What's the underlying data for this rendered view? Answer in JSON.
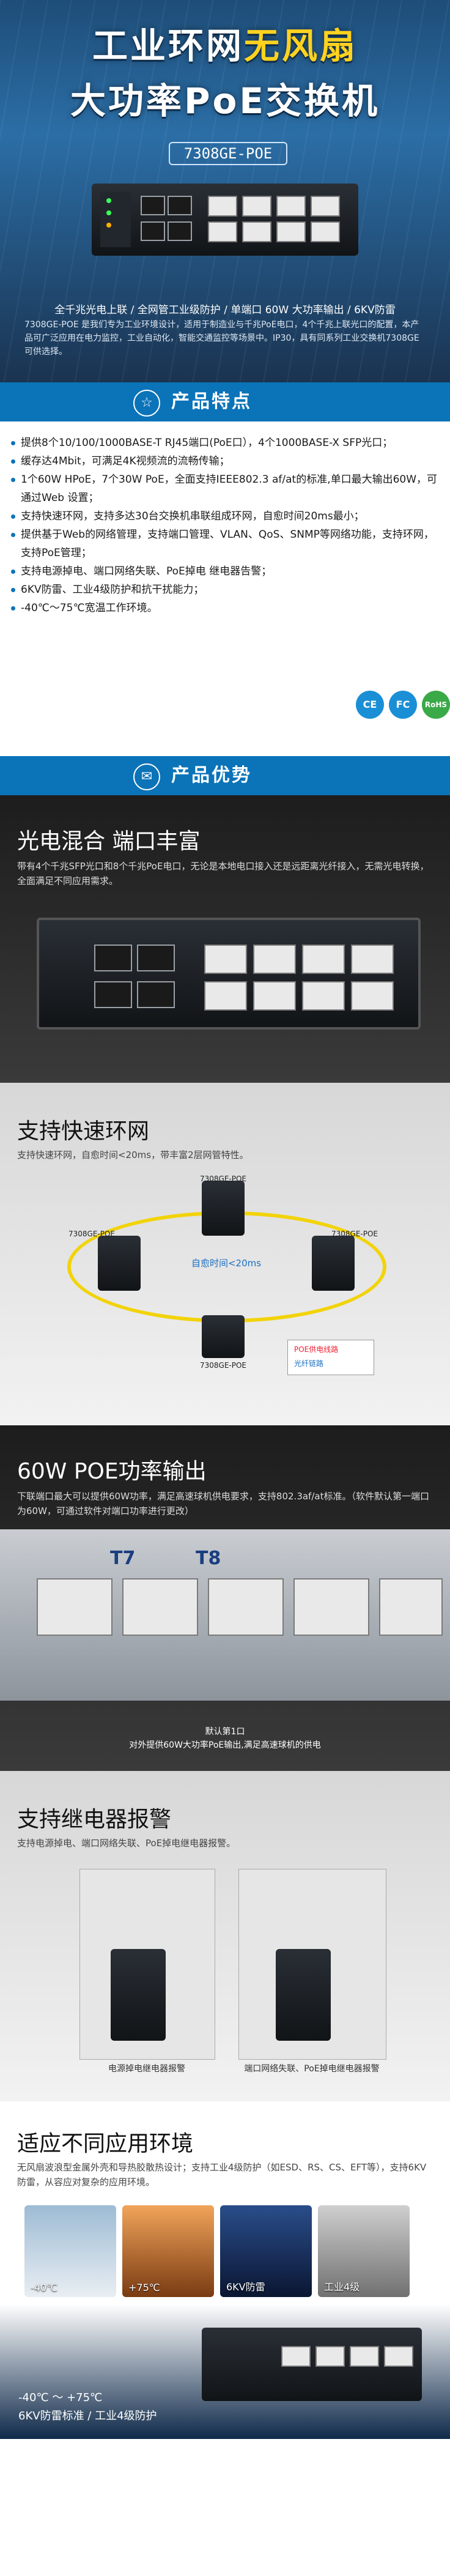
{
  "hero": {
    "title_line1_a": "工业环网",
    "title_line1_b": "无风扇",
    "title_line2": "大功率PoE交换机",
    "model": "7308GE-POE",
    "tagline": "全千兆光电上联 / 全网管工业级防护 / 单端口 60W 大功率输出 / 6KV防雷",
    "description": "7308GE-POE 是我们专为工业环境设计，适用于制造业与千兆PoE电口，4个千兆上联光口的配置，本产品可广泛应用在电力监控，工业自动化，智能交通监控等场景中。IP30，具有同系列工业交换机7308GE可供选择。"
  },
  "features": {
    "header": "产品特点",
    "items": [
      "提供8个10/100/1000BASE-T RJ45端口(PoE口），4个1000BASE-X SFP光口；",
      "缓存达4Mbit，可满足4K视频流的流畅传输；",
      "1个60W HPoE，7个30W PoE，全面支持IEEE802.3 af/at的标准,单口最大输出60W，可通过Web 设置；",
      "支持快速环网，支持多达30台交换机串联组成环网，自愈时间20ms最小；",
      "提供基于Web的网络管理，支持端口管理、VLAN、QoS、SNMP等网络功能，支持环网，支持PoE管理；",
      "支持电源掉电、端口网络失联、PoE掉电 继电器告警；",
      "6KV防雷、工业4级防护和抗干扰能力；",
      "-40℃～75℃宽温工作环境。"
    ],
    "certs": [
      "CE",
      "FC",
      "RoHS"
    ]
  },
  "advantages": {
    "header": "产品优势"
  },
  "mixed": {
    "title": "光电混合 端口丰富",
    "text": "带有4个千兆SFP光口和8个千兆PoE电口，无论是本地电口接入还是远距离光纤接入，无需光电转换，全面满足不同应用需求。"
  },
  "ring": {
    "title": "支持快速环网",
    "text": "支持快速环网，自愈时间<20ms，带丰富2层网管特性。",
    "nodes": [
      "7308GE-POE",
      "7308GE-POE",
      "7308GE-POE",
      "7308GE-POE"
    ],
    "center": "自愈时间<20ms",
    "legend": [
      "POE供电线路",
      "光纤链路"
    ]
  },
  "poe": {
    "title": "60W POE功率输出",
    "text": "下联端口最大可以提供60W功率，满足高速球机供电要求，支持802.3af/at标准。（软件默认第一端口为60W，可通过软件对端口功率进行更改）",
    "port_labels": [
      "T7",
      "T8"
    ],
    "caption_line1": "默认第1口",
    "caption_line2": "对外提供60W大功率PoE输出,满足高速球机的供电"
  },
  "relay": {
    "title": "支持继电器报警",
    "text": "支持电源掉电、端口网络失联、PoE掉电继电器报警。",
    "captions": [
      "电源掉电继电器报警",
      "端口网络失联、PoE掉电继电器报警"
    ]
  },
  "env": {
    "title": "适应不同应用环境",
    "text": "无风扇波浪型金属外壳和导热胶散热设计；支持工业4级防护（如ESD、RS、CS、EFT等），支持6KV防雷，从容应对复杂的应用环境。",
    "tiles": [
      "-40℃",
      "+75℃",
      "6KV防雷",
      "工业4级"
    ],
    "bottom_line1": "-40℃ ～ +75℃",
    "bottom_line2": "6KV防雷标准 / 工业4级防护"
  }
}
